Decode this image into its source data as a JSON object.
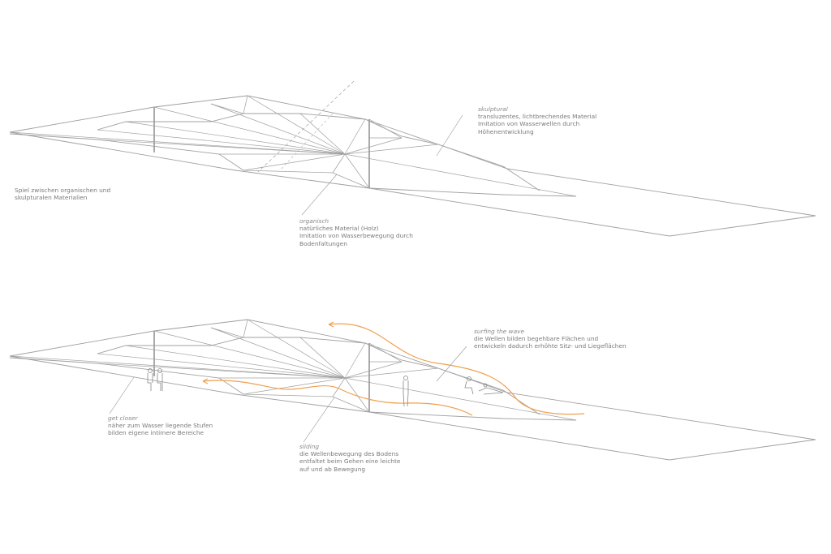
{
  "colors": {
    "line": "#9a9a9a",
    "accent": "#f0a050",
    "text": "#7a7a7a"
  },
  "top": {
    "intro": [
      "Spiel zwischen organischen und",
      "skulpturalen Materialien"
    ],
    "skulptural": {
      "title": "skulptural",
      "lines": [
        "transluzentes, lichtbrechendes Material",
        "Imitation von Wasserwellen durch",
        "Höhenentwicklung"
      ]
    },
    "organisch": {
      "title": "organisch",
      "lines": [
        "natürliches Material (Holz)",
        "Imitation von Wasserbewegung durch",
        "Bodenfaltungen"
      ]
    }
  },
  "bottom": {
    "surfing": {
      "title": "surfing the wave",
      "lines": [
        "die Wellen bilden begehbare Flächen und",
        "entwickeln dadurch erhöhte Sitz- und Liegeflächen"
      ]
    },
    "closer": {
      "title": "get closer",
      "lines": [
        "näher zum Wasser liegende Stufen",
        "bilden eigene intimere Bereiche"
      ]
    },
    "sliding": {
      "title": "sliding",
      "lines": [
        "die Wellenbewegung des Bodens",
        "entfaltet beim Gehen eine leichte",
        "auf und ab Bewegung"
      ]
    }
  }
}
